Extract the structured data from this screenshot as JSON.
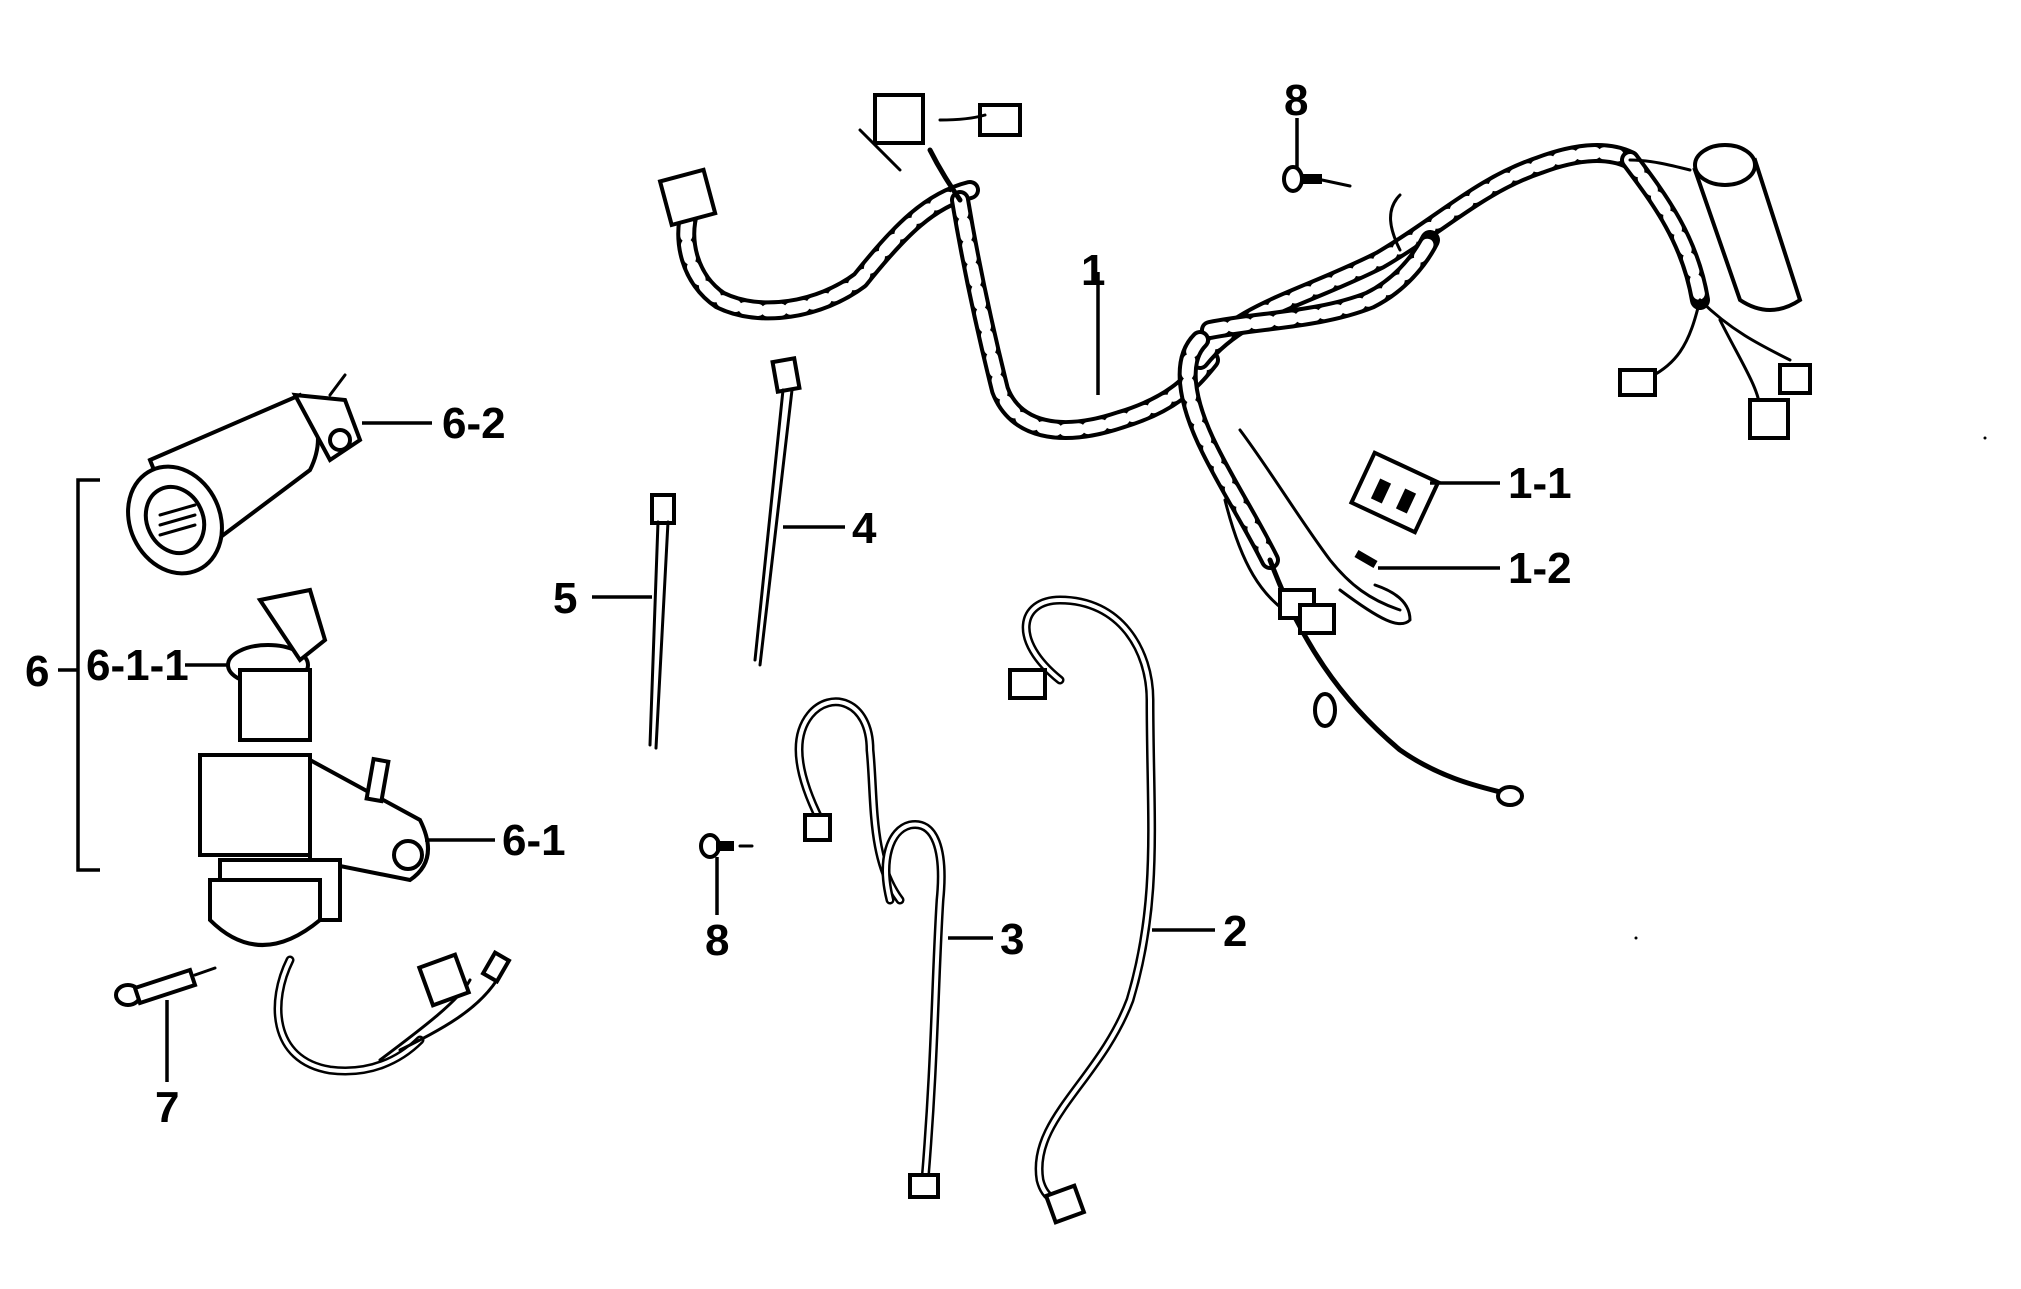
{
  "diagram": {
    "callouts": [
      {
        "id": "1",
        "label": "1"
      },
      {
        "id": "1-1",
        "label": "1-1"
      },
      {
        "id": "1-2",
        "label": "1-2"
      },
      {
        "id": "2",
        "label": "2"
      },
      {
        "id": "3",
        "label": "3"
      },
      {
        "id": "4",
        "label": "4"
      },
      {
        "id": "5",
        "label": "5"
      },
      {
        "id": "6",
        "label": "6"
      },
      {
        "id": "6-1",
        "label": "6-1"
      },
      {
        "id": "6-1-1",
        "label": "6-1-1"
      },
      {
        "id": "6-2",
        "label": "6-2"
      },
      {
        "id": "7",
        "label": "7"
      },
      {
        "id": "8a",
        "label": "8"
      },
      {
        "id": "8b",
        "label": "8"
      }
    ]
  }
}
